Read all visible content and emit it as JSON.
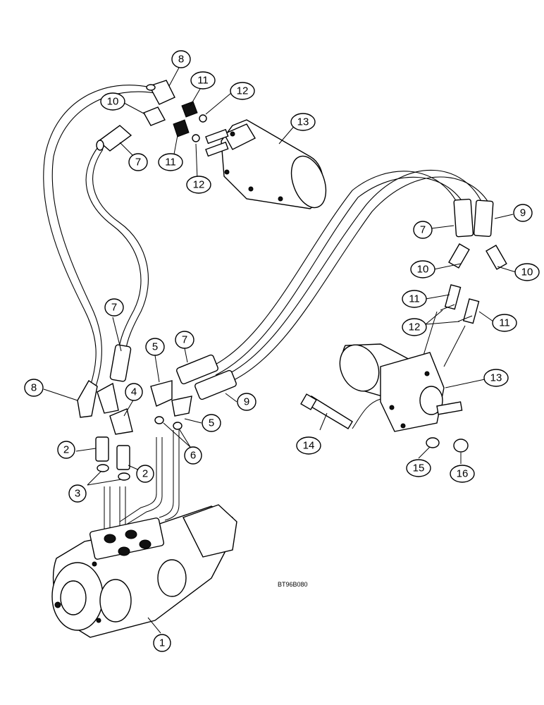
{
  "diagram": {
    "reference_code": "BT96B080",
    "callouts": [
      {
        "id": "c8a",
        "label": "8"
      },
      {
        "id": "c11a",
        "label": "11"
      },
      {
        "id": "c10a",
        "label": "10"
      },
      {
        "id": "c12a",
        "label": "12"
      },
      {
        "id": "c13a",
        "label": "13"
      },
      {
        "id": "c7a",
        "label": "7"
      },
      {
        "id": "c11b",
        "label": "11"
      },
      {
        "id": "c12b",
        "label": "12"
      },
      {
        "id": "c7b",
        "label": "7"
      },
      {
        "id": "c9a",
        "label": "9"
      },
      {
        "id": "c10b",
        "label": "10"
      },
      {
        "id": "c10c",
        "label": "10"
      },
      {
        "id": "c11c",
        "label": "11"
      },
      {
        "id": "c12c",
        "label": "12"
      },
      {
        "id": "c11d",
        "label": "11"
      },
      {
        "id": "c7c",
        "label": "7"
      },
      {
        "id": "c5a",
        "label": "5"
      },
      {
        "id": "c7d",
        "label": "7"
      },
      {
        "id": "c13b",
        "label": "13"
      },
      {
        "id": "c8b",
        "label": "8"
      },
      {
        "id": "c4",
        "label": "4"
      },
      {
        "id": "c9b",
        "label": "9"
      },
      {
        "id": "c5b",
        "label": "5"
      },
      {
        "id": "c14",
        "label": "14"
      },
      {
        "id": "c2a",
        "label": "2"
      },
      {
        "id": "c6",
        "label": "6"
      },
      {
        "id": "c15",
        "label": "15"
      },
      {
        "id": "c16",
        "label": "16"
      },
      {
        "id": "c2b",
        "label": "2"
      },
      {
        "id": "c3",
        "label": "3"
      },
      {
        "id": "c1",
        "label": "1"
      }
    ]
  }
}
